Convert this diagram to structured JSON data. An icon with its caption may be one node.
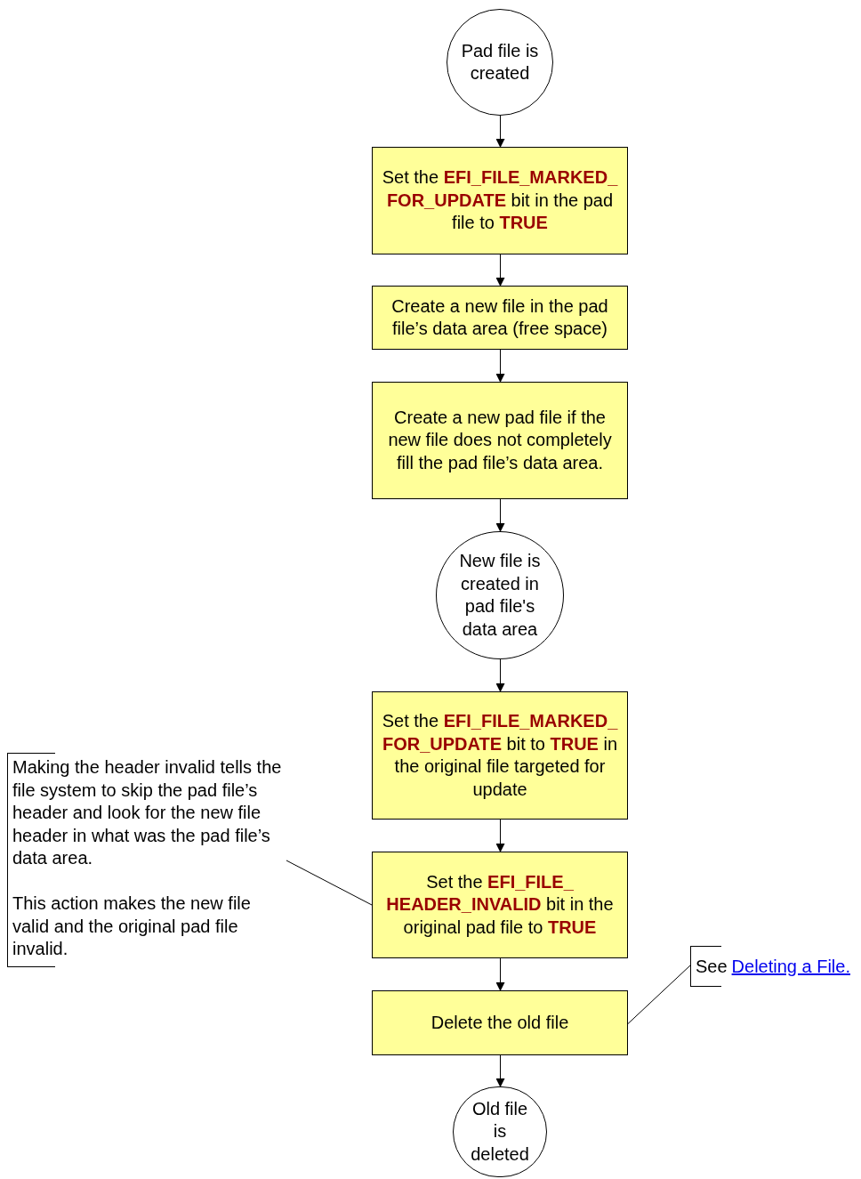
{
  "diagram": {
    "nodes": [
      {
        "text": [
          "Pad file is created"
        ]
      },
      {
        "text": [
          "Set the **EFI_FILE_MARKED_ FOR_UPDATE** bit in the pad file to **TRUE**"
        ]
      },
      {
        "text": [
          "Create a new file in the pad file’s data area (free space)"
        ]
      },
      {
        "text": [
          "Create a new pad file if the new file does not completely fill the pad file’s data area."
        ]
      },
      {
        "text": [
          "New file is created in pad file's data area"
        ]
      },
      {
        "text": [
          "Set the **EFI_FILE_MARKED_ FOR_UPDATE** bit to **TRUE** in the original file targeted for update"
        ]
      },
      {
        "text": [
          "Set the **EFI_FILE_ HEADER_INVALID** bit in the original pad file to **TRUE**"
        ]
      },
      {
        "text": [
          "Delete the old file"
        ]
      },
      {
        "text": [
          "Old file is deleted"
        ]
      },
      {
        "text": [
          "Making the header invalid tells the file system to skip the pad file’s header and look for the new file header in what was the pad file’s data area.",
          "This action makes the new file valid and the original pad file invalid."
        ]
      },
      {
        "text": [
          "See",
          "Deleting a File."
        ]
      }
    ],
    "edges": [
      {
        "from": 0,
        "to": 1,
        "arrow": "to"
      },
      {
        "from": 1,
        "to": 2,
        "arrow": "to"
      },
      {
        "from": 2,
        "to": 3,
        "arrow": "to"
      },
      {
        "from": 3,
        "to": 4,
        "arrow": "to"
      },
      {
        "from": 4,
        "to": 5,
        "arrow": "to"
      },
      {
        "from": 5,
        "to": 6,
        "arrow": "to"
      },
      {
        "from": 6,
        "to": 7,
        "arrow": "to"
      },
      {
        "from": 7,
        "to": 8,
        "arrow": "to"
      },
      {
        "from": 9,
        "to": 6,
        "arrow": "none"
      },
      {
        "from": 10,
        "to": 7,
        "arrow": "none"
      }
    ]
  }
}
